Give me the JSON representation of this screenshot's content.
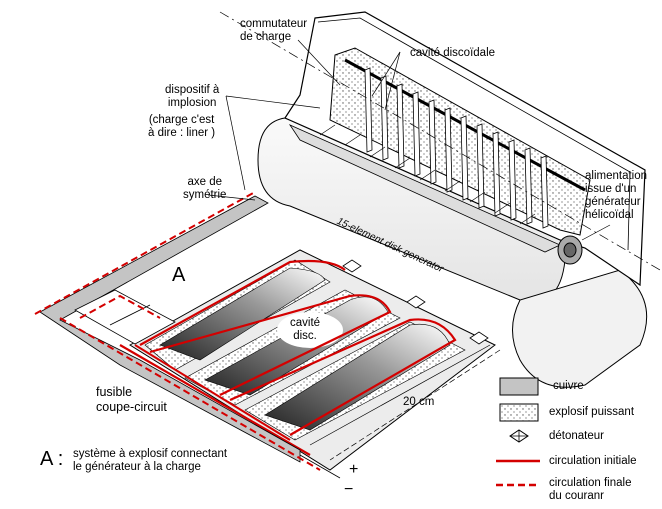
{
  "labels": {
    "commutateur": [
      "commutateur",
      "de charge"
    ],
    "cavite_discoidale": "cavité discoïdale",
    "dispositif": [
      "dispositif à",
      "implosion"
    ],
    "liner": [
      "(charge c'est",
      "à dire : liner )"
    ],
    "axe": [
      "axe de",
      "symétrie"
    ],
    "generator_name": "15-element disk generator",
    "alimentation": [
      "alimentation",
      "issue d'un",
      "générateur",
      "hélicoïdal"
    ],
    "A": "A",
    "cavite_disc": [
      "cavité",
      "disc."
    ],
    "fusible": [
      "fusible",
      "coupe-circuit"
    ],
    "scale": "20 cm",
    "plus": "+",
    "minus": "−",
    "note_key": "A :",
    "note": [
      "système à explosif connectant",
      "le générateur à la charge"
    ]
  },
  "legend": [
    {
      "key": "cuivre",
      "label": "cuivre",
      "color": "#c4c4c4"
    },
    {
      "key": "explosif",
      "label": "explosif puissant",
      "color": "#ffffff"
    },
    {
      "key": "detonateur",
      "label": "détonateur",
      "color": "#000000"
    },
    {
      "key": "initiale",
      "label": "circulation initiale",
      "color": "#d40000"
    },
    {
      "key": "finale",
      "label": [
        "circulation finale",
        "du couranr"
      ],
      "color": "#d40000"
    }
  ],
  "colors": {
    "copper": "#c4c4c4",
    "current": "#d40000",
    "line": "#000000"
  }
}
